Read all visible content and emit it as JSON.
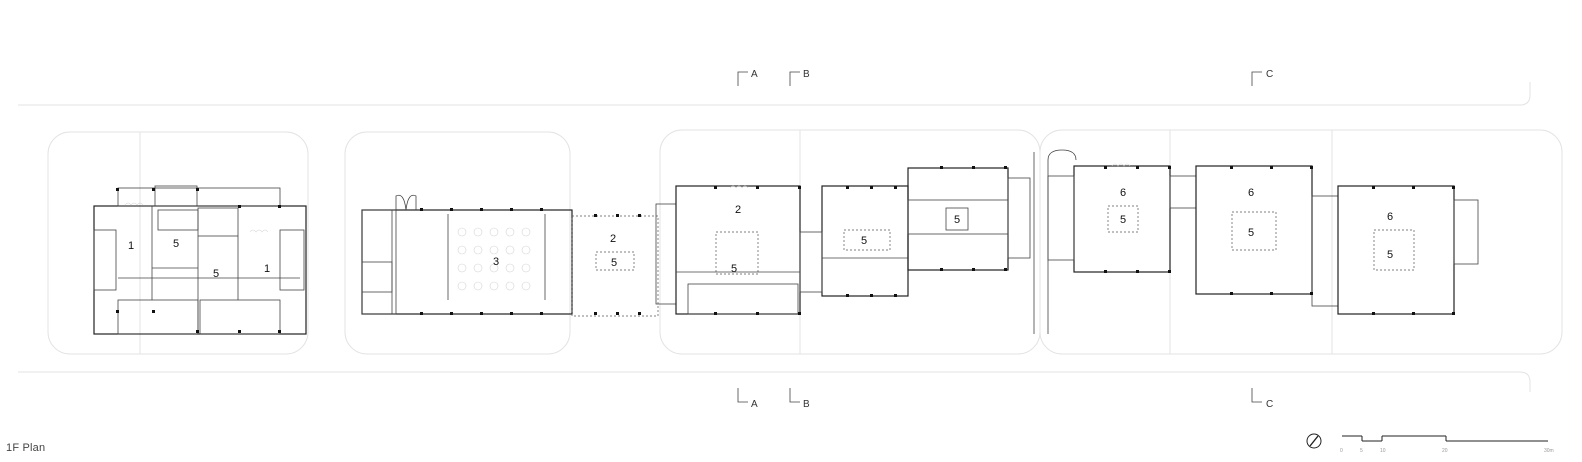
{
  "plan_title": "1F Plan",
  "section_markers": [
    {
      "id": "sec-a-top",
      "label": "A"
    },
    {
      "id": "sec-b-top",
      "label": "B"
    },
    {
      "id": "sec-c-top",
      "label": "C"
    },
    {
      "id": "sec-a-bottom",
      "label": "A"
    },
    {
      "id": "sec-b-bottom",
      "label": "B"
    },
    {
      "id": "sec-c-bottom",
      "label": "C"
    }
  ],
  "room_labels": {
    "w_left": "1",
    "w_center_top": "5",
    "w_center_bottom": "5",
    "w_right": "1",
    "hall": "3",
    "lobby_2": "2",
    "lobby_5": "5",
    "mid_2": "2",
    "mid_5": "5",
    "c_5a": "5",
    "c_5b": "5",
    "e1_6": "6",
    "e1_5": "5",
    "e2_6": "6",
    "e2_5": "5",
    "e3_6": "6",
    "e3_5": "5"
  },
  "scale_bar": {
    "ticks": [
      "0",
      "5",
      "10",
      "20",
      "30m"
    ]
  },
  "north_arrow_icon": "north-arrow-icon"
}
